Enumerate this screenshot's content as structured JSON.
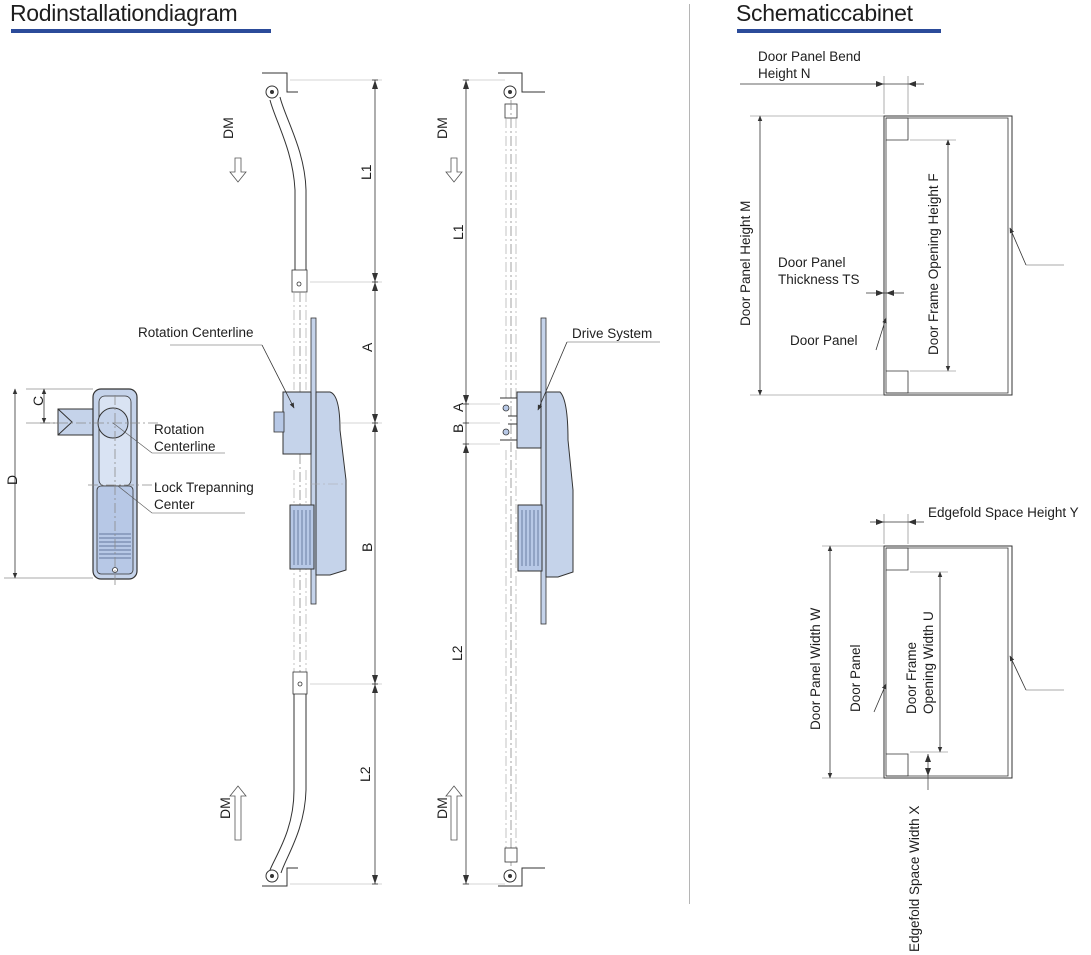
{
  "sections": {
    "left_title": "Rodinstallationdiagram",
    "right_title": "Schematiccabinet"
  },
  "colors": {
    "accent_bar": "#2b4b9a",
    "lock_body": "#c5d3ea",
    "lock_body_dark": "#7f9bc9",
    "line": "#333333",
    "centerline": "#8a8a8a"
  },
  "rod_diagram": {
    "labels": {
      "rotation_centerline_top": "Rotation Centerline",
      "rotation_centerline_side_1": "Rotation",
      "rotation_centerline_side_2": "Centerline",
      "lock_trepanning_1": "Lock Trepanning",
      "lock_trepanning_2": "Center",
      "drive_system": "Drive System"
    },
    "dimensions": {
      "C": "C",
      "D": "D",
      "L1": "L1",
      "A": "A",
      "B": "B",
      "L2": "L2",
      "DM": "DM"
    }
  },
  "cabinet_top": {
    "door_panel_bend_1": "Door Panel Bend",
    "door_panel_bend_2": "Height N",
    "door_panel_height": "Door Panel Height M",
    "door_frame_opening_height": "Door Frame Opening Height F",
    "door_panel_thickness_1": "Door Panel",
    "door_panel_thickness_2": "Thickness TS",
    "door_panel": "Door Panel"
  },
  "cabinet_bottom": {
    "edgefold_space_height": "Edgefold Space Height Y",
    "door_panel_width": "Door Panel Width W",
    "door_panel": "Door Panel",
    "door_frame_opening_width_1": "Door Frame",
    "door_frame_opening_width_2": "Opening Width U",
    "edgefold_space_width": "Edgefold Space Width X"
  }
}
